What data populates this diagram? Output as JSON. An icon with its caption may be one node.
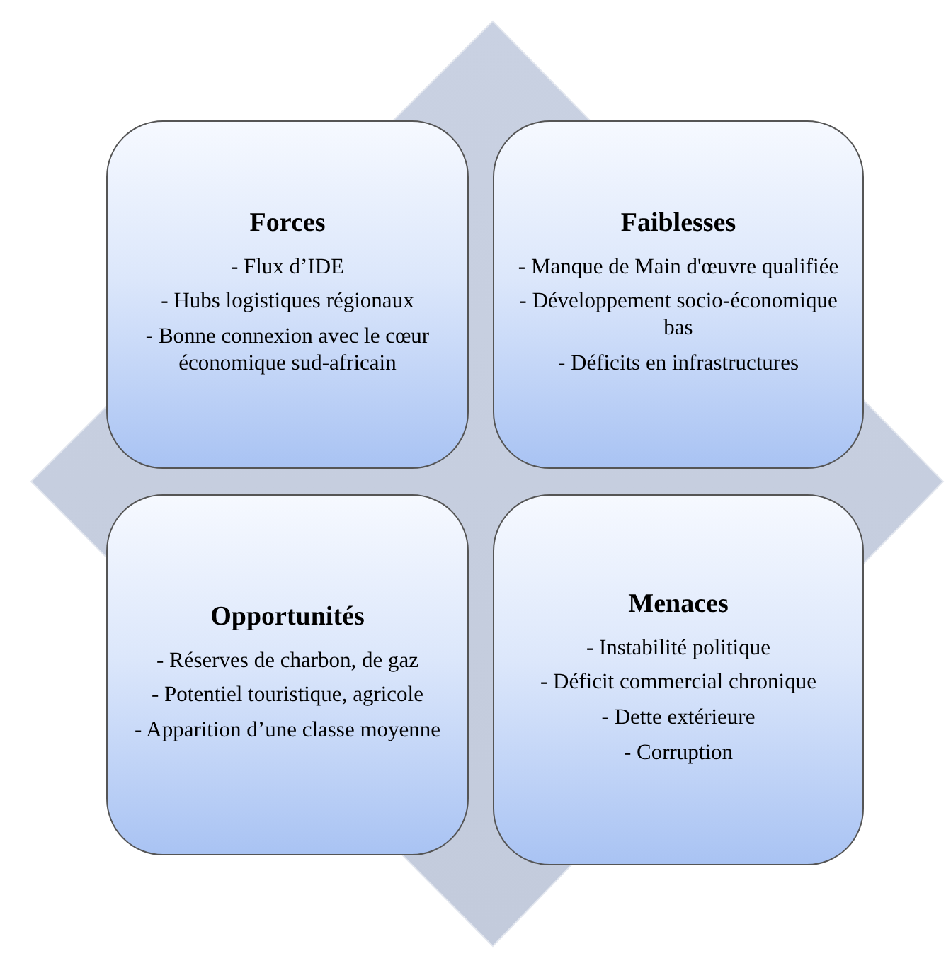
{
  "diagram": {
    "nodes": [
      {
        "text": [
          "Forces",
          "- Flux d’IDE",
          "- Hubs logistiques régionaux",
          "- Bonne connexion avec le cœur économique sud-africain"
        ]
      },
      {
        "text": [
          "Faiblesses",
          "- Manque de Main d'œuvre qualifiée",
          "- Développement socio-économique bas",
          "- Déficits en infrastructures"
        ]
      },
      {
        "text": [
          "Opportunités",
          "- Réserves de charbon, de gaz",
          "- Potentiel touristique, agricole",
          "- Apparition d’une classe moyenne"
        ]
      },
      {
        "text": [
          "Menaces",
          "- Instabilité politique",
          "- Déficit commercial chronique",
          "- Dette extérieure",
          "- Corruption"
        ]
      }
    ]
  }
}
